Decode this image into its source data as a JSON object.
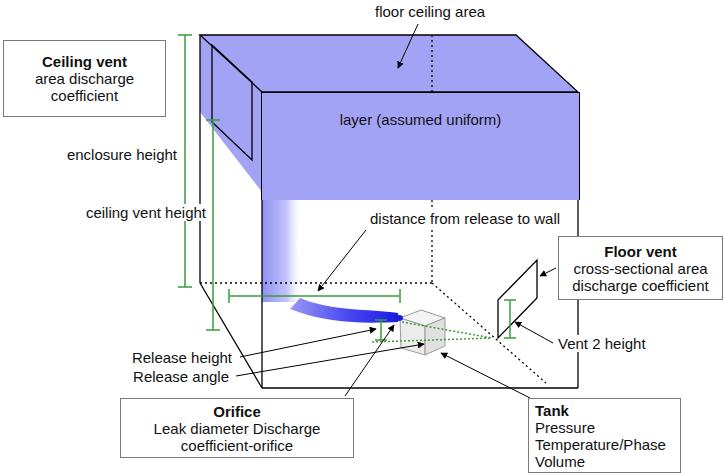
{
  "diagram": {
    "nodes": [
      {
        "text": [
          "Ceiling vent",
          "area discharge coefficient"
        ]
      },
      {
        "text": [
          "layer (assumed uniform)"
        ]
      },
      {
        "text": [
          "Floor vent",
          "cross-sectional area discharge coefficient"
        ]
      },
      {
        "text": [
          "Orifice",
          "Leak diameter Discharge coefficient-orifice"
        ]
      },
      {
        "text": [
          "Tank",
          "Pressure Temperature/Phase Volume"
        ]
      }
    ],
    "labels": [
      "floor ceiling area",
      "enclosure height",
      "ceiling vent height",
      "distance from release to wall",
      "Release height",
      "Release angle",
      "Vent 2 height"
    ]
  }
}
